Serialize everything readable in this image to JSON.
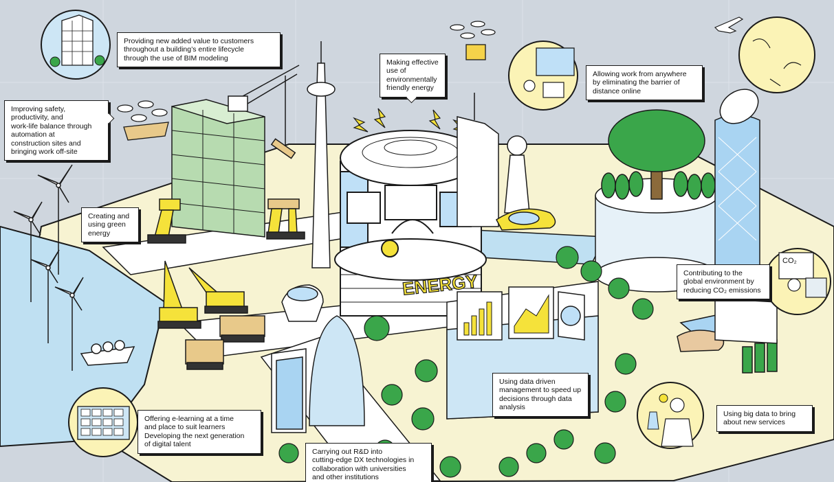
{
  "scene": {
    "energy_label": "ENERGY",
    "co2_label": "CO₂",
    "colors": {
      "background": "#cfd6de",
      "ground": "#f7f3d2",
      "water": "#bfe0f2",
      "building_green": "#b7dbb0",
      "building_blue": "#bfe0f7",
      "accent_yellow": "#f5e23a",
      "tree": "#3aa64a",
      "outline": "#1a1a1a"
    }
  },
  "callouts": {
    "bim": "Providing new added value to customers\nthroughout a building’s entire lifecycle\nthrough the use of BIM modeling",
    "safety": "Improving safety,\nproductivity, and\nwork-life balance through\nautomation at\nconstruction sites and\nbringing work off-site",
    "green_energy": "Creating and\nusing green\nenergy",
    "effective_energy": "Making effective\nuse of\nenvironmentally\nfriendly energy",
    "remote_work": "Allowing work from anywhere\nby eliminating the barrier of\ndistance online",
    "co2": "Contributing to the\nglobal environment by\nreducing CO₂ emissions",
    "data_driven": "Using data driven\nmanagement to speed up\ndecisions through data\nanalysis",
    "big_data": "Using big data to bring\nabout new services",
    "elearning": "Offering e-learning at a time\nand place to suit learners\nDeveloping the next generation\nof digital talent",
    "rnd": "Carrying out R&D into\ncutting-edge DX technologies in\ncollaboration with universities\nand other institutions"
  }
}
